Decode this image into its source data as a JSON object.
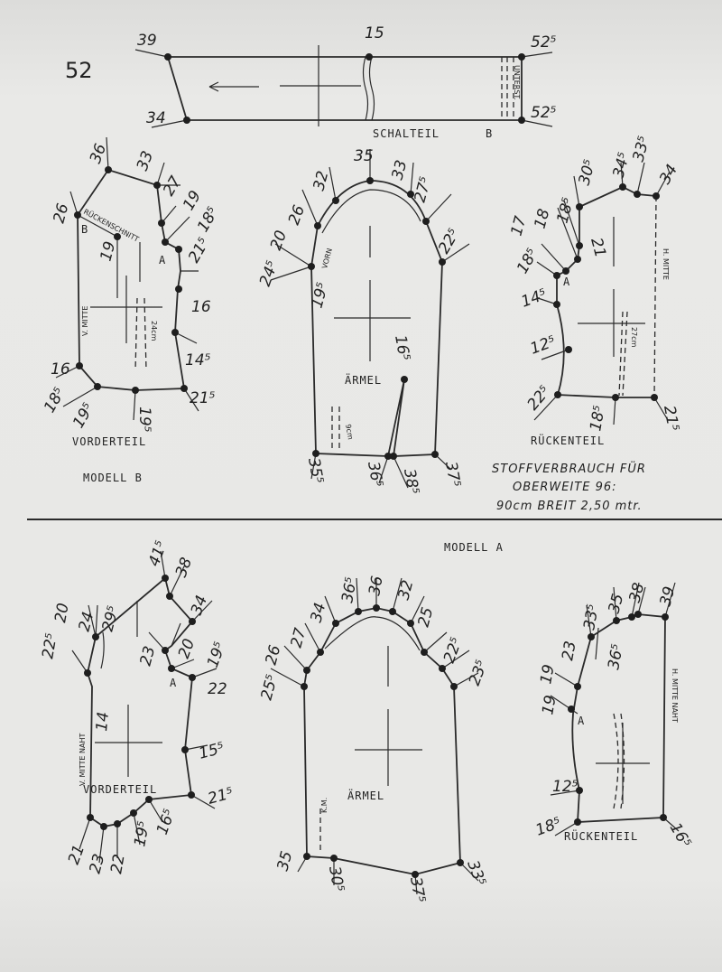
{
  "page_number": "52",
  "schalteil": {
    "name": "SCHALTEIL",
    "point_b": "B",
    "vertical_note": "UNTERST.",
    "labels": [
      "39",
      "34",
      "15",
      "52⁵",
      "52⁵"
    ]
  },
  "modell_b": {
    "title": "MODELL B",
    "vorderteil": {
      "name": "VORDERTEIL",
      "center_label": "V. MITTE",
      "neck_note": "RÜCKENSCHNITT",
      "dart_note": "24cm",
      "point_a": "A",
      "point_b": "B",
      "labels": [
        "36",
        "33",
        "26",
        "27",
        "19",
        "18⁵",
        "21⁵",
        "19",
        "16",
        "14⁵",
        "21⁵",
        "16",
        "18⁵",
        "19⁵",
        "19⁵"
      ]
    },
    "aermel": {
      "name": "ÄRMEL",
      "slit_note": "9cm",
      "front_note": "VORN",
      "labels": [
        "35",
        "33",
        "32",
        "26",
        "20",
        "27⁵",
        "22⁵",
        "24⁵",
        "19⁵",
        "16⁵",
        "35⁵",
        "36⁵",
        "38⁵",
        "37⁵"
      ]
    },
    "rueckenteil": {
      "name": "RÜCKENTEIL",
      "center_label": "H. MITTE",
      "dart_note": "27cm",
      "point_a": "A",
      "labels": [
        "30⁵",
        "34⁵",
        "33⁵",
        "34",
        "18⁵",
        "18",
        "17",
        "18⁵",
        "21",
        "14⁵",
        "12⁵",
        "22⁵",
        "18⁵",
        "21⁵"
      ]
    },
    "fabric_note": [
      "STOFFVERBRAUCH FÜR",
      "OBERWEITE 96:",
      "90cm BREIT 2,50 mtr."
    ]
  },
  "modell_a": {
    "title": "MODELL A",
    "vorderteil": {
      "name": "VORDERTEIL",
      "center_label": "V. MITTE NAHT",
      "point_a": "A",
      "labels": [
        "41⁵",
        "38",
        "34",
        "24",
        "29⁵",
        "20",
        "22⁵",
        "23",
        "20",
        "19⁵",
        "22",
        "14",
        "15⁵",
        "21⁵",
        "16⁵",
        "19⁵",
        "21",
        "23",
        "22"
      ]
    },
    "aermel": {
      "name": "ÄRMEL",
      "slit_note": "K.M.",
      "labels": [
        "36⁵",
        "36",
        "32",
        "34",
        "27",
        "26",
        "25⁵",
        "25",
        "22⁵",
        "23⁵",
        "35",
        "30⁵",
        "37⁵",
        "33⁵"
      ]
    },
    "rueckenteil": {
      "name": "RÜCKENTEIL",
      "center_label": "H. MITTE NAHT",
      "point_a": "A",
      "labels": [
        "35",
        "38",
        "39",
        "33⁵",
        "23",
        "36⁵",
        "19",
        "19",
        "12⁵",
        "18⁵",
        "16⁵"
      ]
    }
  }
}
